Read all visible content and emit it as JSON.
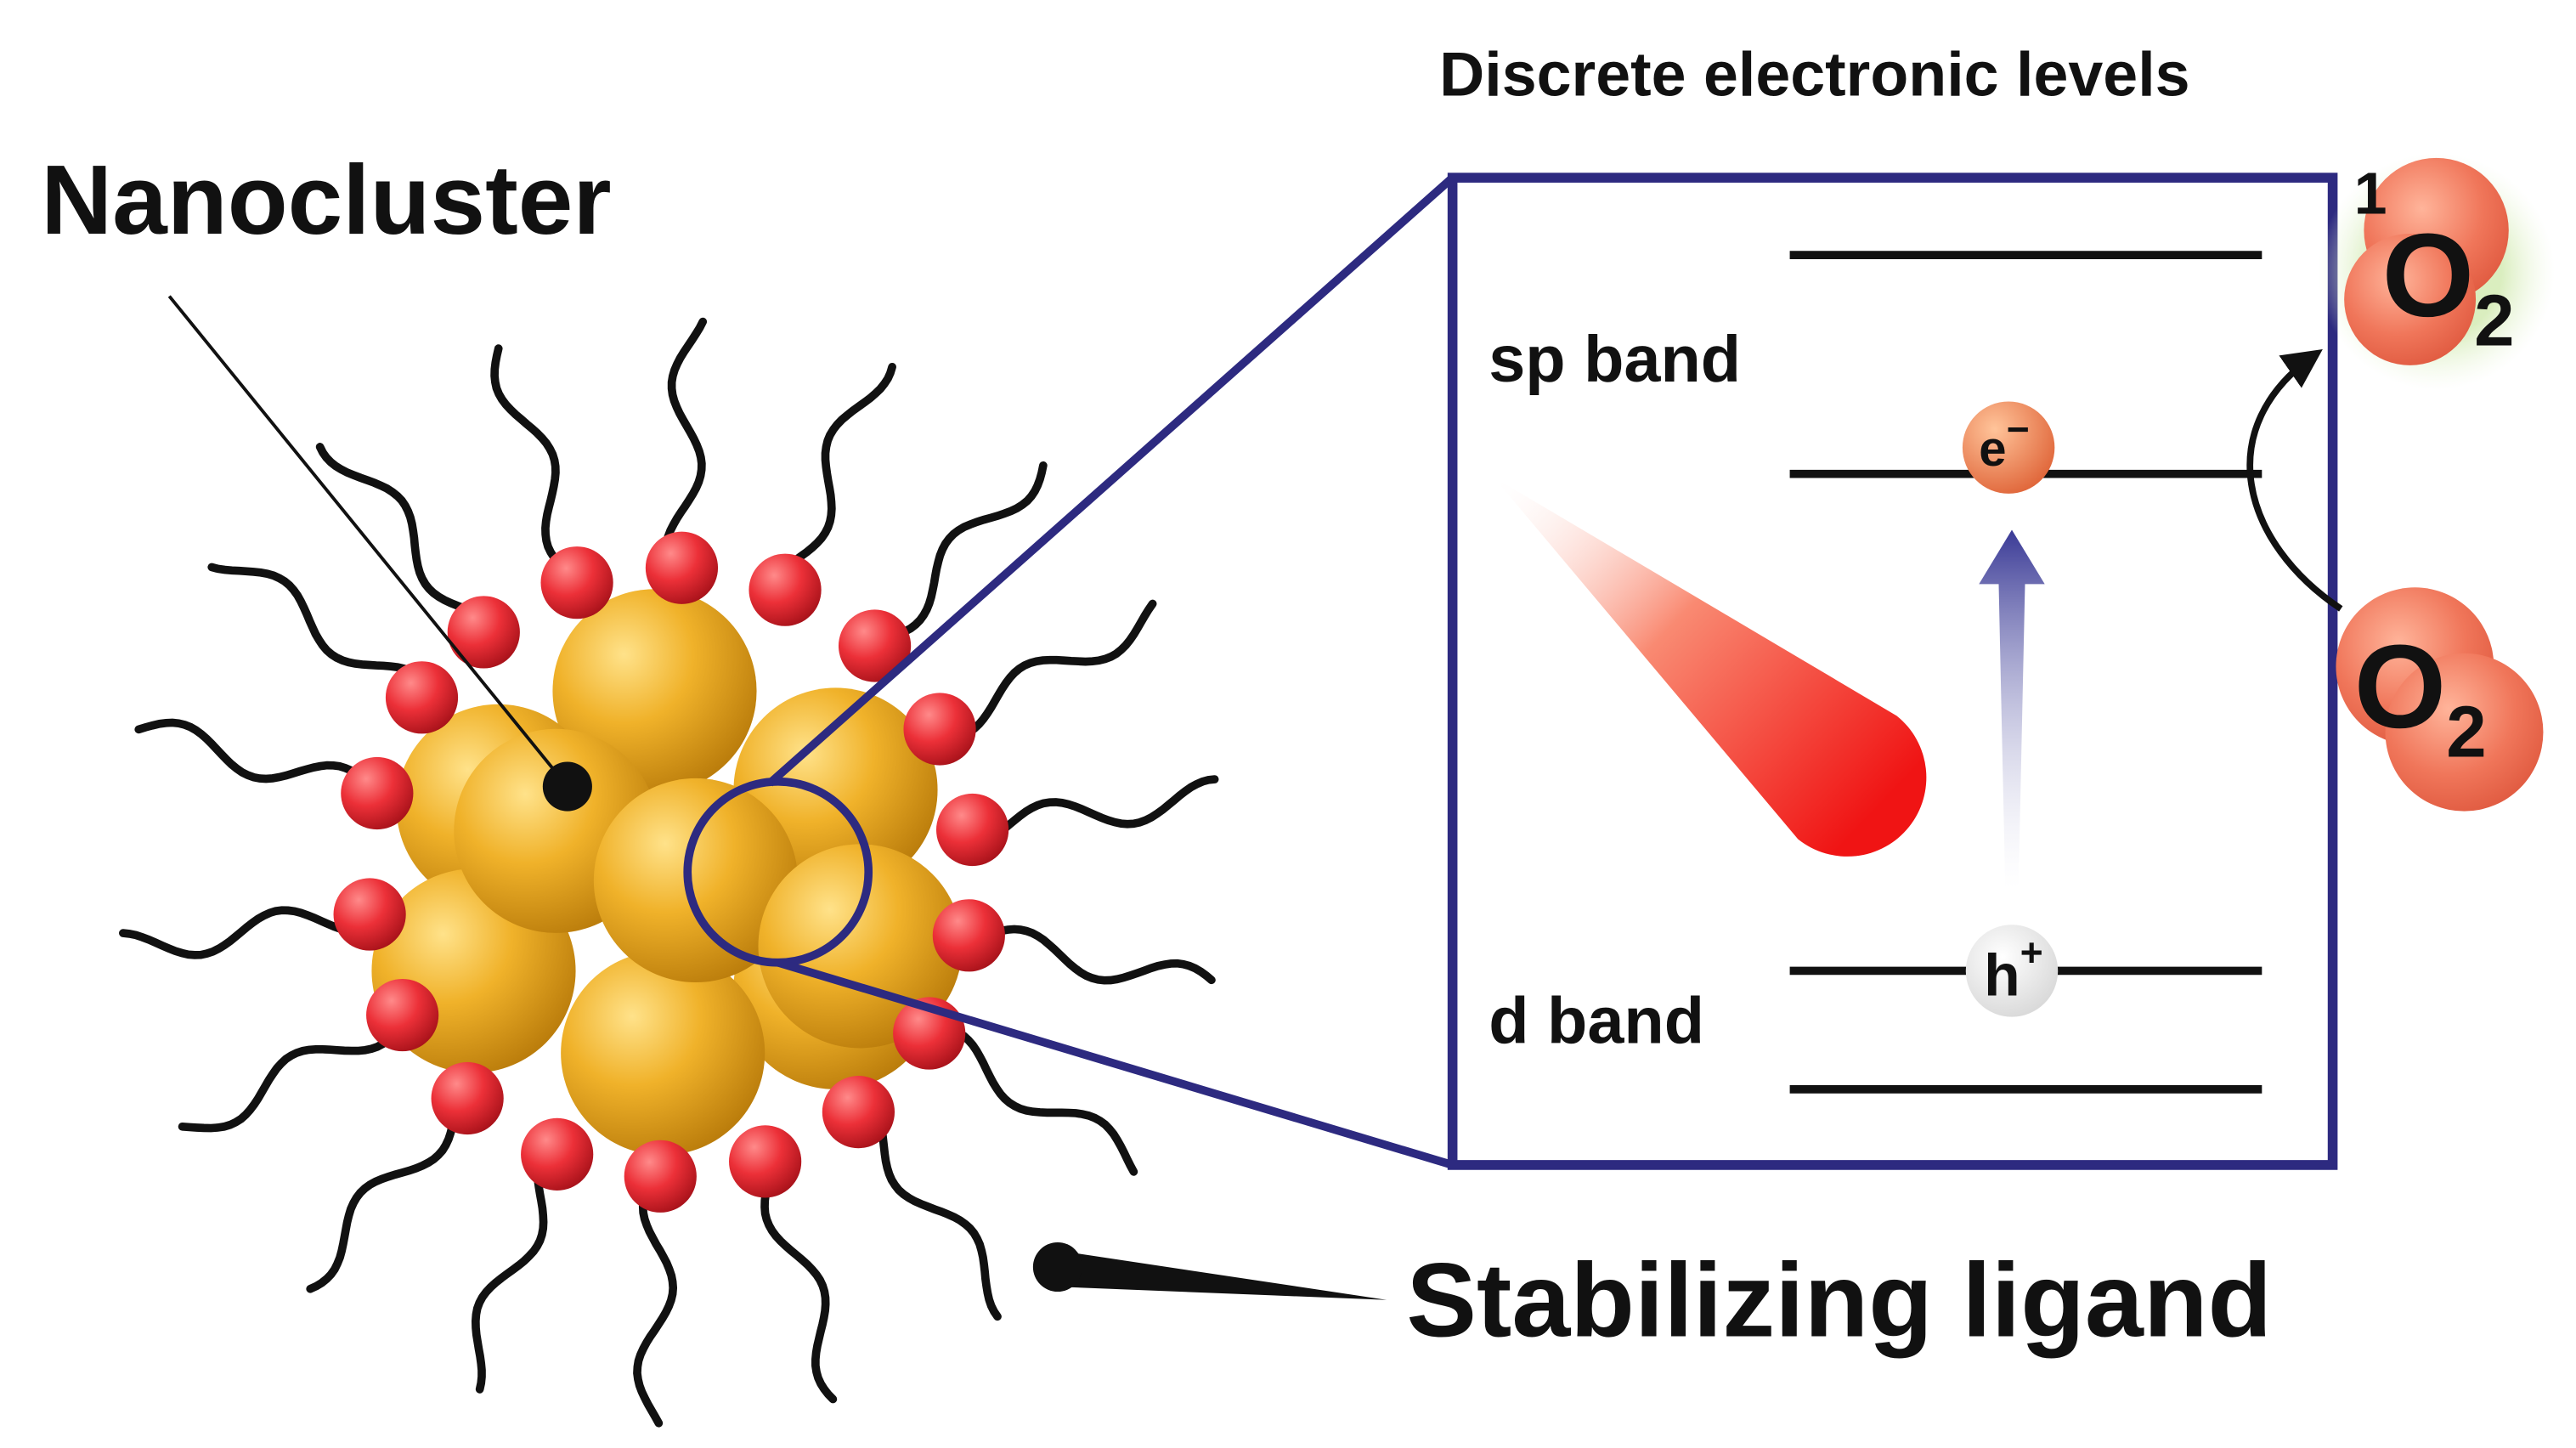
{
  "labels": {
    "nanocluster": "Nanocluster",
    "discrete_levels": "Discrete electronic levels",
    "sp_band": "sp band",
    "d_band": "d band",
    "stabilizing_ligand": "Stabilizing ligand",
    "electron": "e",
    "electron_charge": "−",
    "hole": "h",
    "hole_charge": "+",
    "singlet_prefix": "1",
    "o2_letter": "O",
    "o2_subscript": "2"
  },
  "colors": {
    "gold_core": "#e6a21a",
    "ligand_head": "#e8343c",
    "frame": "#2d2a80",
    "oxygen": "#ef6e55",
    "excitation": "#f24a3a"
  }
}
